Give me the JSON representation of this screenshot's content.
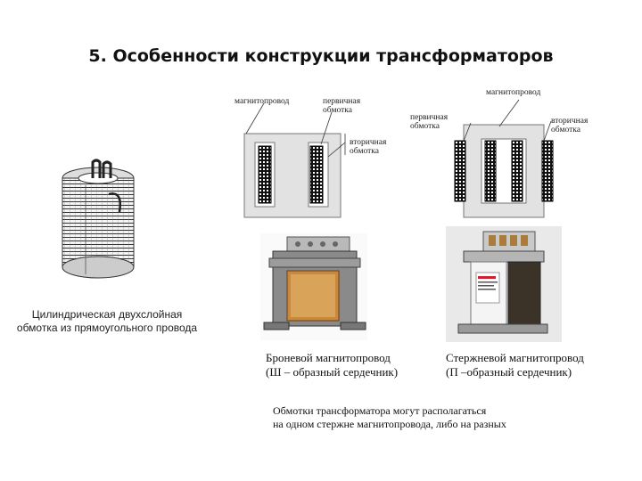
{
  "title": "5. Особенности конструкции трансформаторов",
  "armor_diagram": {
    "core_label": "магнитопровод",
    "primary_label": [
      "первичная",
      "обмотка"
    ],
    "secondary_label": [
      "вторичная",
      "обмотка"
    ]
  },
  "rod_diagram": {
    "core_label": "магнитопровод",
    "primary_label": [
      "первичная",
      "обмотка"
    ],
    "secondary_label": [
      "вторичная",
      "обмотка"
    ]
  },
  "cylinder_caption": [
    "Цилиндрическая двухслойная",
    "обмотка из прямоугольного провода"
  ],
  "armor_caption": [
    "Броневой магнитопровод",
    "(Ш – образный сердечник)"
  ],
  "rod_caption": [
    "Стержневой магнитопровод",
    "(П –образный сердечник)"
  ],
  "bottom_note": [
    "Обмотки трансформатора могут располагаться",
    "на одном стержне магнитопровода, либо на разных"
  ],
  "colors": {
    "core_fill": "#e2e2e2",
    "winding": "#1a1a1a",
    "label_line": "#333333"
  }
}
